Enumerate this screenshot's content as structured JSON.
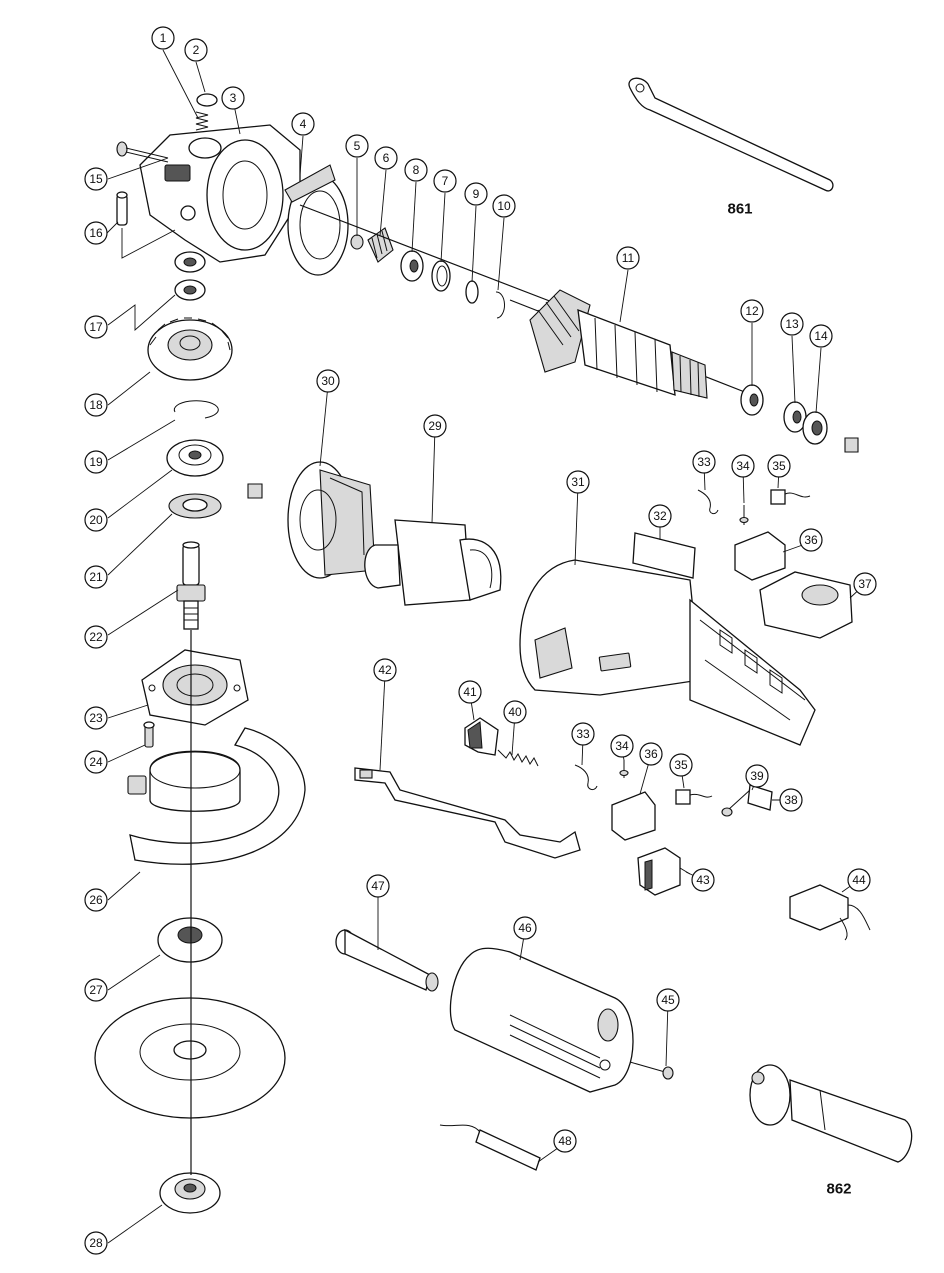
{
  "callouts": [
    {
      "id": "c1",
      "label": "1"
    },
    {
      "id": "c2",
      "label": "2"
    },
    {
      "id": "c3",
      "label": "3"
    },
    {
      "id": "c4",
      "label": "4"
    },
    {
      "id": "c5",
      "label": "5"
    },
    {
      "id": "c6",
      "label": "6"
    },
    {
      "id": "c7",
      "label": "7"
    },
    {
      "id": "c8",
      "label": "8"
    },
    {
      "id": "c9",
      "label": "9"
    },
    {
      "id": "c10",
      "label": "10"
    },
    {
      "id": "c11",
      "label": "11"
    },
    {
      "id": "c12",
      "label": "12"
    },
    {
      "id": "c13",
      "label": "13"
    },
    {
      "id": "c14",
      "label": "14"
    },
    {
      "id": "c15",
      "label": "15"
    },
    {
      "id": "c16",
      "label": "16"
    },
    {
      "id": "c17",
      "label": "17"
    },
    {
      "id": "c18",
      "label": "18"
    },
    {
      "id": "c19",
      "label": "19"
    },
    {
      "id": "c20",
      "label": "20"
    },
    {
      "id": "c21",
      "label": "21"
    },
    {
      "id": "c22",
      "label": "22"
    },
    {
      "id": "c23",
      "label": "23"
    },
    {
      "id": "c24",
      "label": "24"
    },
    {
      "id": "c26",
      "label": "26"
    },
    {
      "id": "c27",
      "label": "27"
    },
    {
      "id": "c28",
      "label": "28"
    },
    {
      "id": "c29",
      "label": "29"
    },
    {
      "id": "c30",
      "label": "30"
    },
    {
      "id": "c31",
      "label": "31"
    },
    {
      "id": "c32",
      "label": "32"
    },
    {
      "id": "c33a",
      "label": "33"
    },
    {
      "id": "c34a",
      "label": "34"
    },
    {
      "id": "c35a",
      "label": "35"
    },
    {
      "id": "c36a",
      "label": "36"
    },
    {
      "id": "c37",
      "label": "37"
    },
    {
      "id": "c33b",
      "label": "33"
    },
    {
      "id": "c34b",
      "label": "34"
    },
    {
      "id": "c36b",
      "label": "36"
    },
    {
      "id": "c35b",
      "label": "35"
    },
    {
      "id": "c39",
      "label": "39"
    },
    {
      "id": "c38",
      "label": "38"
    },
    {
      "id": "c40",
      "label": "40"
    },
    {
      "id": "c41",
      "label": "41"
    },
    {
      "id": "c42",
      "label": "42"
    },
    {
      "id": "c43",
      "label": "43"
    },
    {
      "id": "c44",
      "label": "44"
    },
    {
      "id": "c45",
      "label": "45"
    },
    {
      "id": "c46",
      "label": "46"
    },
    {
      "id": "c47",
      "label": "47"
    },
    {
      "id": "c48",
      "label": "48"
    }
  ],
  "plain_labels": {
    "wrench": "861",
    "side_handle": "862"
  }
}
